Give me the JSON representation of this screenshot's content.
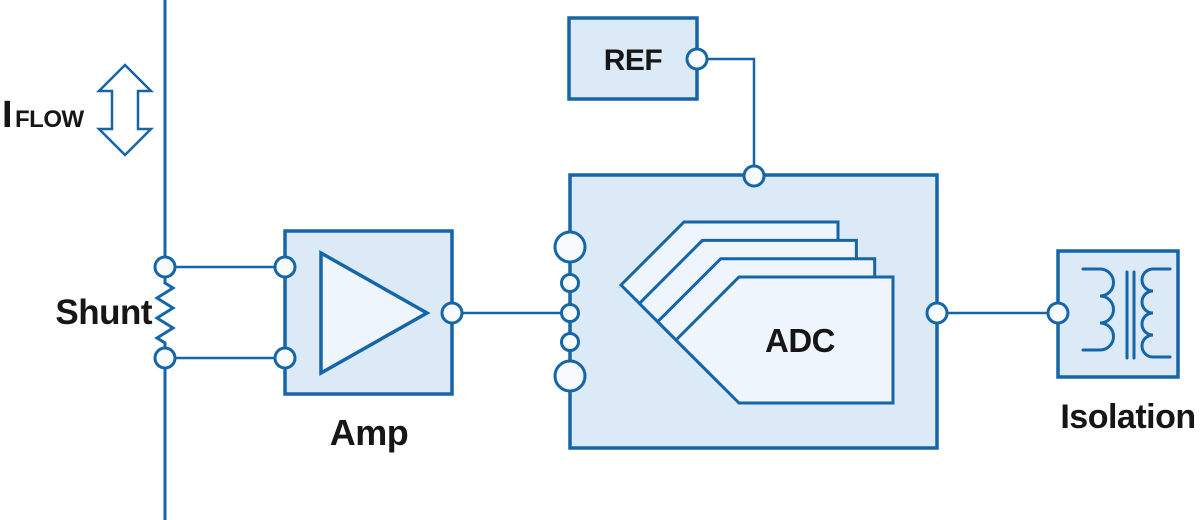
{
  "diagram": {
    "current_label": {
      "symbol": "I",
      "subscript": "FLOW"
    },
    "shunt": {
      "label": "Shunt"
    },
    "blocks": {
      "amp": {
        "label": "Amp"
      },
      "ref": {
        "label": "REF"
      },
      "adc": {
        "label": "ADC"
      },
      "isolation": {
        "label": "Isolation"
      }
    },
    "icons": [
      "bidirectional-arrow-icon",
      "resistor-icon",
      "op-amp-triangle-icon",
      "stacked-adc-cards-icon",
      "transformer-icon"
    ],
    "colors": {
      "stroke-color": "#1565A9",
      "block-fill": "#DCEAF8",
      "inner-fill": "#EFF5FC",
      "port-fill": "#F7FBFE",
      "text-color": "#161616",
      "bg-color": "#FFFFFF"
    }
  }
}
